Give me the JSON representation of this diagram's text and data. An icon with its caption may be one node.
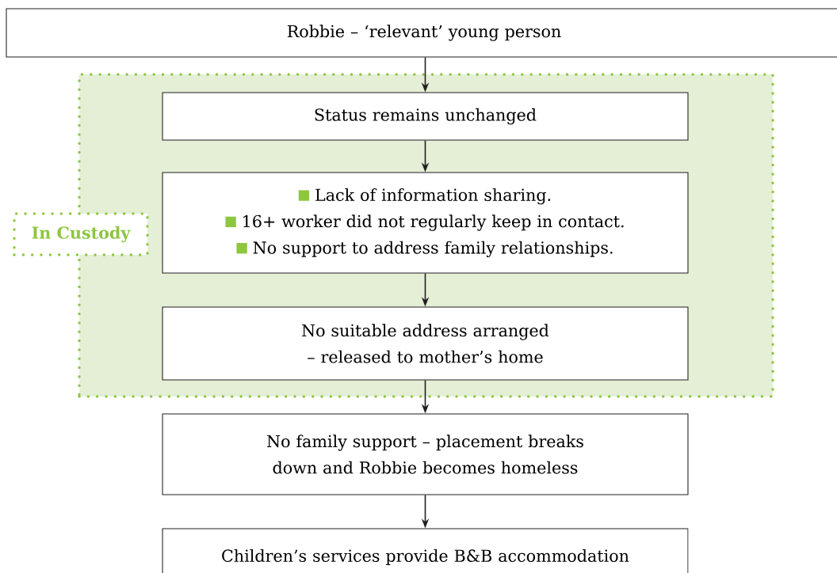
{
  "diagram": {
    "nodes": [
      {
        "text": [
          "Robbie – ‘relevant’ young person"
        ]
      },
      {
        "text": [
          "In Custody"
        ]
      },
      {
        "text": [
          "Status remains unchanged"
        ],
        "in": 1
      },
      {
        "text": [
          "Lack of information sharing.",
          "16+ worker did not regularly keep in contact.",
          "No support to address family relationships."
        ],
        "in": 1
      },
      {
        "text": [
          "No suitable address arranged – released to mother’s home"
        ],
        "in": 1
      },
      {
        "text": [
          "No family support – placement breaks down and Robbie becomes homeless"
        ]
      },
      {
        "text": [
          "Children’s services provide B&B accommodation"
        ]
      }
    ],
    "edges": [
      {
        "from": 0,
        "to": 2,
        "arrow": "to"
      },
      {
        "from": 2,
        "to": 3,
        "arrow": "to"
      },
      {
        "from": 3,
        "to": 4,
        "arrow": "to"
      },
      {
        "from": 4,
        "to": 5,
        "arrow": "to"
      },
      {
        "from": 5,
        "to": 6,
        "arrow": "to"
      }
    ]
  }
}
